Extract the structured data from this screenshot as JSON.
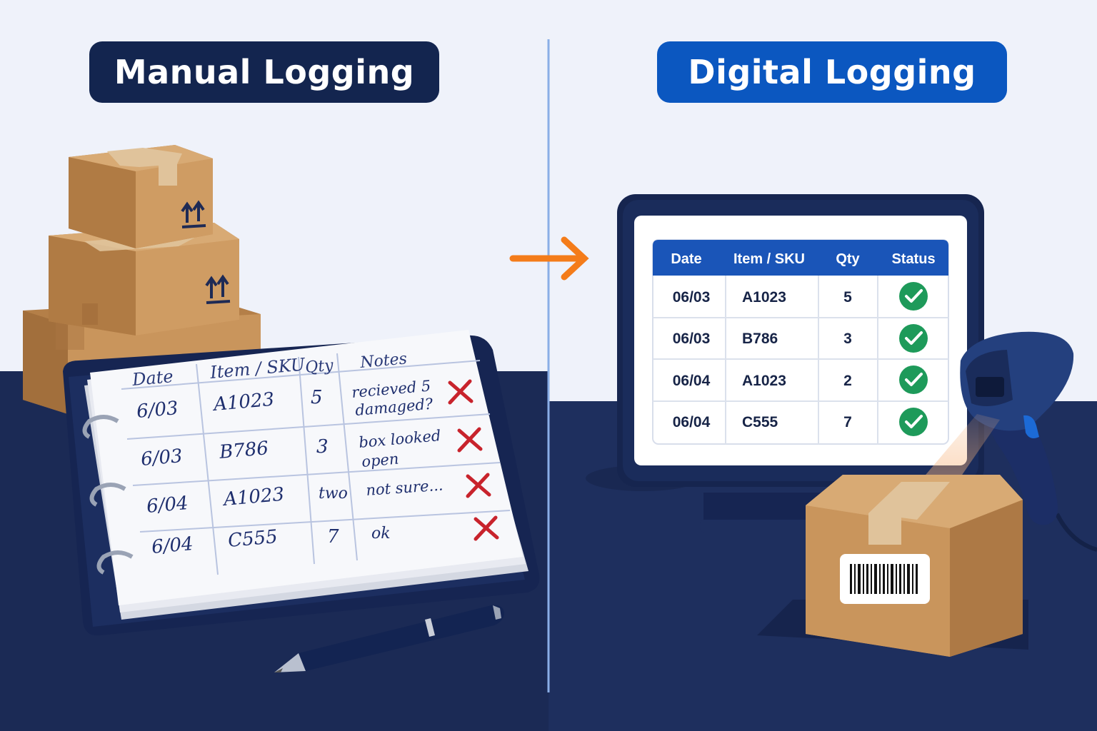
{
  "colors": {
    "background_top": "#eff2fa",
    "floor": "#1b2a55",
    "divider": "#8aaee6",
    "manual_title_bg": "#13254f",
    "digital_title_bg": "#0b57c0",
    "arrow": "#f47c1a",
    "cardboard": "#c9955c",
    "tape": "#e0c39b",
    "ink": "#1f2f6e",
    "error_x": "#c8232c",
    "table_header": "#1a55b8",
    "check_green": "#1e9a5a"
  },
  "manual": {
    "title": "Manual Logging",
    "headers": [
      "Date",
      "Item / SKU",
      "Qty",
      "Notes"
    ],
    "rows": [
      {
        "date": "6/03",
        "sku": "A1023",
        "qty": "5",
        "note1": "recieved 5",
        "note2": "damaged?"
      },
      {
        "date": "6/03",
        "sku": "B786",
        "qty": "3",
        "note1": "box looked",
        "note2": "open"
      },
      {
        "date": "6/04",
        "sku": "A1023",
        "qty": "two",
        "note1": "not sure...",
        "note2": ""
      },
      {
        "date": "6/04",
        "sku": "C555",
        "qty": "7",
        "note1": "ok",
        "note2": ""
      }
    ]
  },
  "digital": {
    "title": "Digital Logging",
    "headers": [
      "Date",
      "Item / SKU",
      "Qty",
      "Status"
    ],
    "rows": [
      {
        "date": "06/03",
        "sku": "A1023",
        "qty": "5"
      },
      {
        "date": "06/03",
        "sku": "B786",
        "qty": "3"
      },
      {
        "date": "06/04",
        "sku": "A1023",
        "qty": "2"
      },
      {
        "date": "06/04",
        "sku": "C555",
        "qty": "7"
      }
    ]
  },
  "icons": [
    "this-side-up-icon",
    "binder-ring-icon",
    "error-x-icon",
    "check-circle-icon",
    "barcode-icon",
    "pen-icon",
    "arrow-right-icon",
    "barcode-scanner-icon"
  ]
}
